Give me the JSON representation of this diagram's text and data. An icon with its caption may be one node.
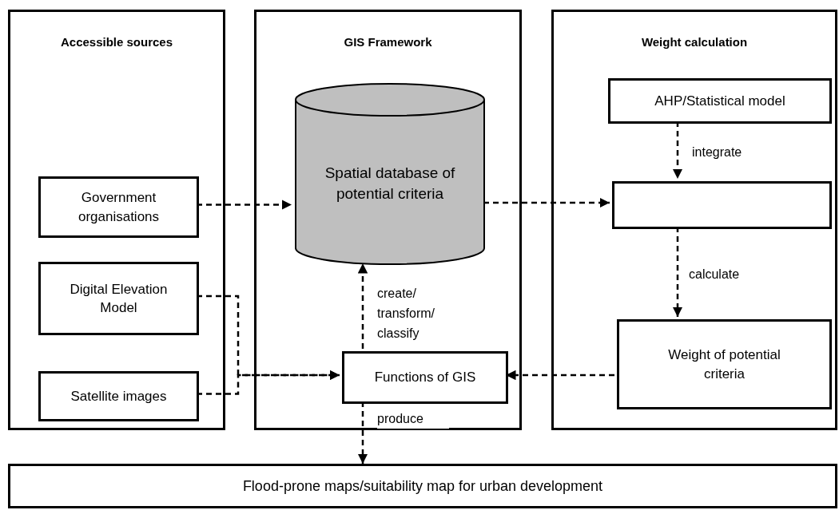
{
  "diagram": {
    "nodes": [
      {
        "text": [
          "Accessible sources"
        ]
      },
      {
        "text": [
          "GIS Framework"
        ]
      },
      {
        "text": [
          "Weight calculation"
        ]
      },
      {
        "text": [
          "Government organisations"
        ],
        "in": 0
      },
      {
        "text": [
          "Digital Elevation Model"
        ],
        "in": 0
      },
      {
        "text": [
          "Satellite images"
        ],
        "in": 0
      },
      {
        "text": [
          "Spatial database of potential criteria"
        ],
        "in": 1
      },
      {
        "text": [
          "Functions of GIS"
        ],
        "in": 1
      },
      {
        "text": [
          "AHP/Statistical model"
        ],
        "in": 2
      },
      {
        "text": [],
        "shape": "box",
        "in": 2
      },
      {
        "text": [
          "Weight of potential criteria"
        ],
        "in": 2
      },
      {
        "text": [
          "Flood-prone maps/suitability map for urban development"
        ]
      }
    ],
    "edges": [
      {
        "from": 3,
        "to": 6,
        "arrow": "to",
        "style": "dashed"
      },
      {
        "from": 6,
        "to": 9,
        "arrow": "to",
        "style": "dashed"
      },
      {
        "from": 8,
        "to": 9,
        "arrow": "to",
        "style": "dashed",
        "label": "integrate"
      },
      {
        "from": 9,
        "to": 10,
        "arrow": "to",
        "style": "dashed",
        "label": "calculate"
      },
      {
        "from": 10,
        "to": 7,
        "arrow": "to",
        "style": "dashed"
      },
      {
        "from": 4,
        "to": 7,
        "arrow": "to",
        "style": "dashed"
      },
      {
        "from": 5,
        "to": 7,
        "arrow": "to",
        "style": "dashed"
      },
      {
        "from": 7,
        "to": 6,
        "arrow": "to",
        "style": "dashed",
        "label": "create/ transform/ classify"
      },
      {
        "from": 7,
        "to": 11,
        "arrow": "to",
        "style": "dashed",
        "label": "produce"
      }
    ]
  }
}
